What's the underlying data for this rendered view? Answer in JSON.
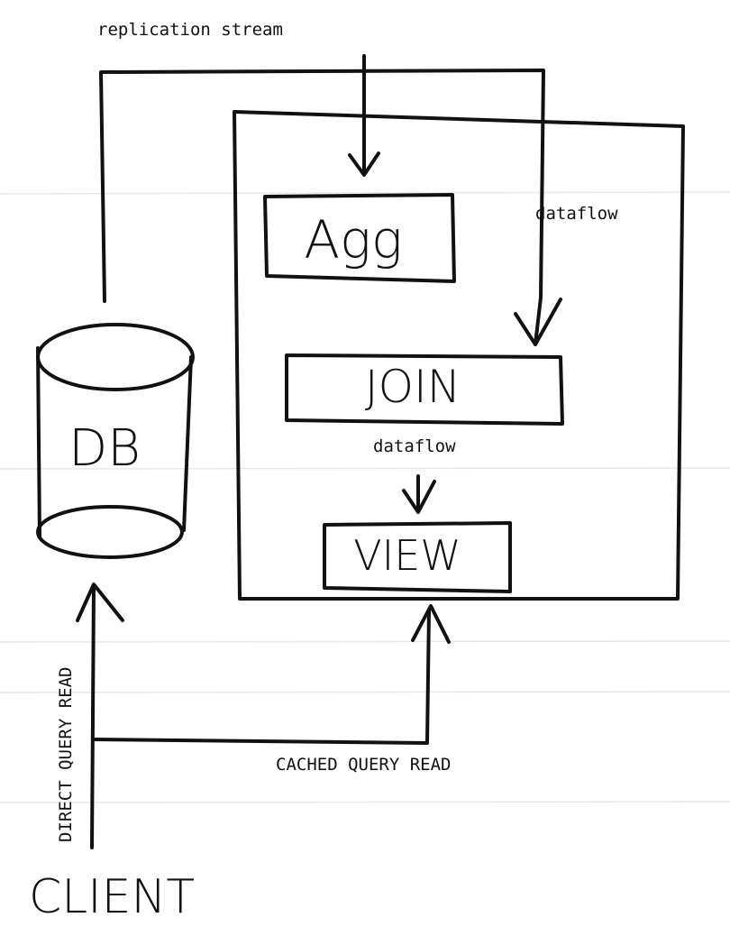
{
  "nodes": {
    "db": "DB",
    "agg": "Agg",
    "join": "JOIN",
    "view": "VIEW",
    "client": "CLIENT"
  },
  "labels": {
    "replication_stream": "replication stream",
    "dataflow_top": "dataflow",
    "dataflow_bottom": "dataflow",
    "direct_query_read": "DIRECT QUERY READ",
    "cached_query_read": "CACHED QUERY READ"
  },
  "colors": {
    "ink": "#111111",
    "paper": "#ffffff"
  }
}
